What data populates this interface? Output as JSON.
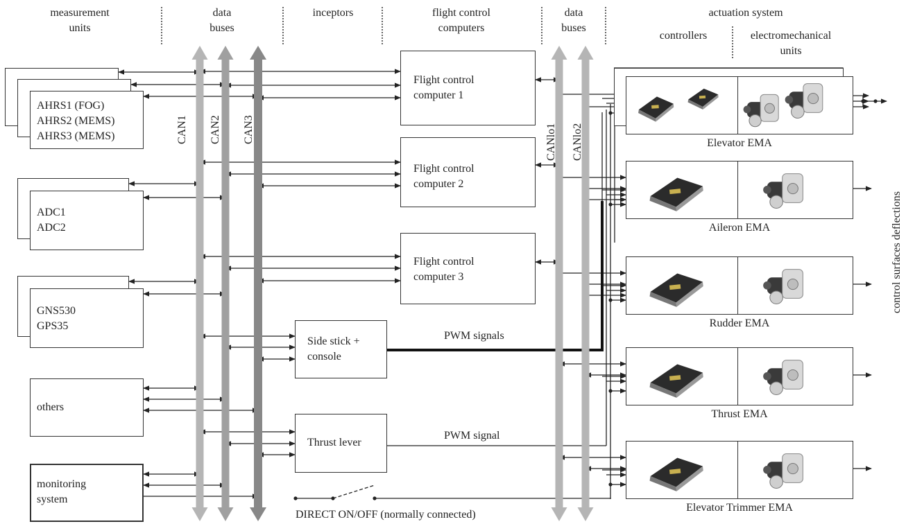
{
  "headers": {
    "measurement_units": [
      "measurement",
      "units"
    ],
    "data_buses_left": [
      "data",
      "buses"
    ],
    "inceptors": "inceptors",
    "flight_control_computers": [
      "flight control",
      "computers"
    ],
    "data_buses_right": [
      "data",
      "buses"
    ],
    "actuation_system": "actuation system",
    "controllers": "controllers",
    "electromechanical_units": [
      "electromechanical",
      "units"
    ]
  },
  "measurement_units": {
    "ahrs": [
      "AHRS1 (FOG)",
      "AHRS2 (MEMS)",
      "AHRS3 (MEMS)"
    ],
    "adc": [
      "ADC1",
      "ADC2"
    ],
    "gps": [
      "GNS530",
      "GPS35"
    ],
    "others": "others",
    "monitoring": [
      "monitoring",
      "system"
    ]
  },
  "buses": {
    "can1": "CAN1",
    "can2": "CAN2",
    "can3": "CAN3",
    "canlo1": "CANlo1",
    "canlo2": "CANlo2"
  },
  "inceptors": {
    "side_stick": [
      "Side stick +",
      "console"
    ],
    "thrust_lever": "Thrust lever"
  },
  "computers": [
    [
      "Flight control",
      "computer 1"
    ],
    [
      "Flight control",
      "computer 2"
    ],
    [
      "Flight control",
      "computer 3"
    ]
  ],
  "signals": {
    "pwm_signals": "PWM signals",
    "pwm_signal": "PWM signal",
    "direct": "DIRECT ON/OFF (normally connected)"
  },
  "emas": [
    "Elevator EMA",
    "Aileron EMA",
    "Rudder EMA",
    "Thrust EMA",
    "Elevator Trimmer EMA"
  ],
  "output_label": "control surfaces deflections",
  "colors": {
    "bus_light": "#b5b5b5",
    "bus_mid": "#a0a0a0",
    "bus_dark": "#888888",
    "line": "#222222"
  }
}
